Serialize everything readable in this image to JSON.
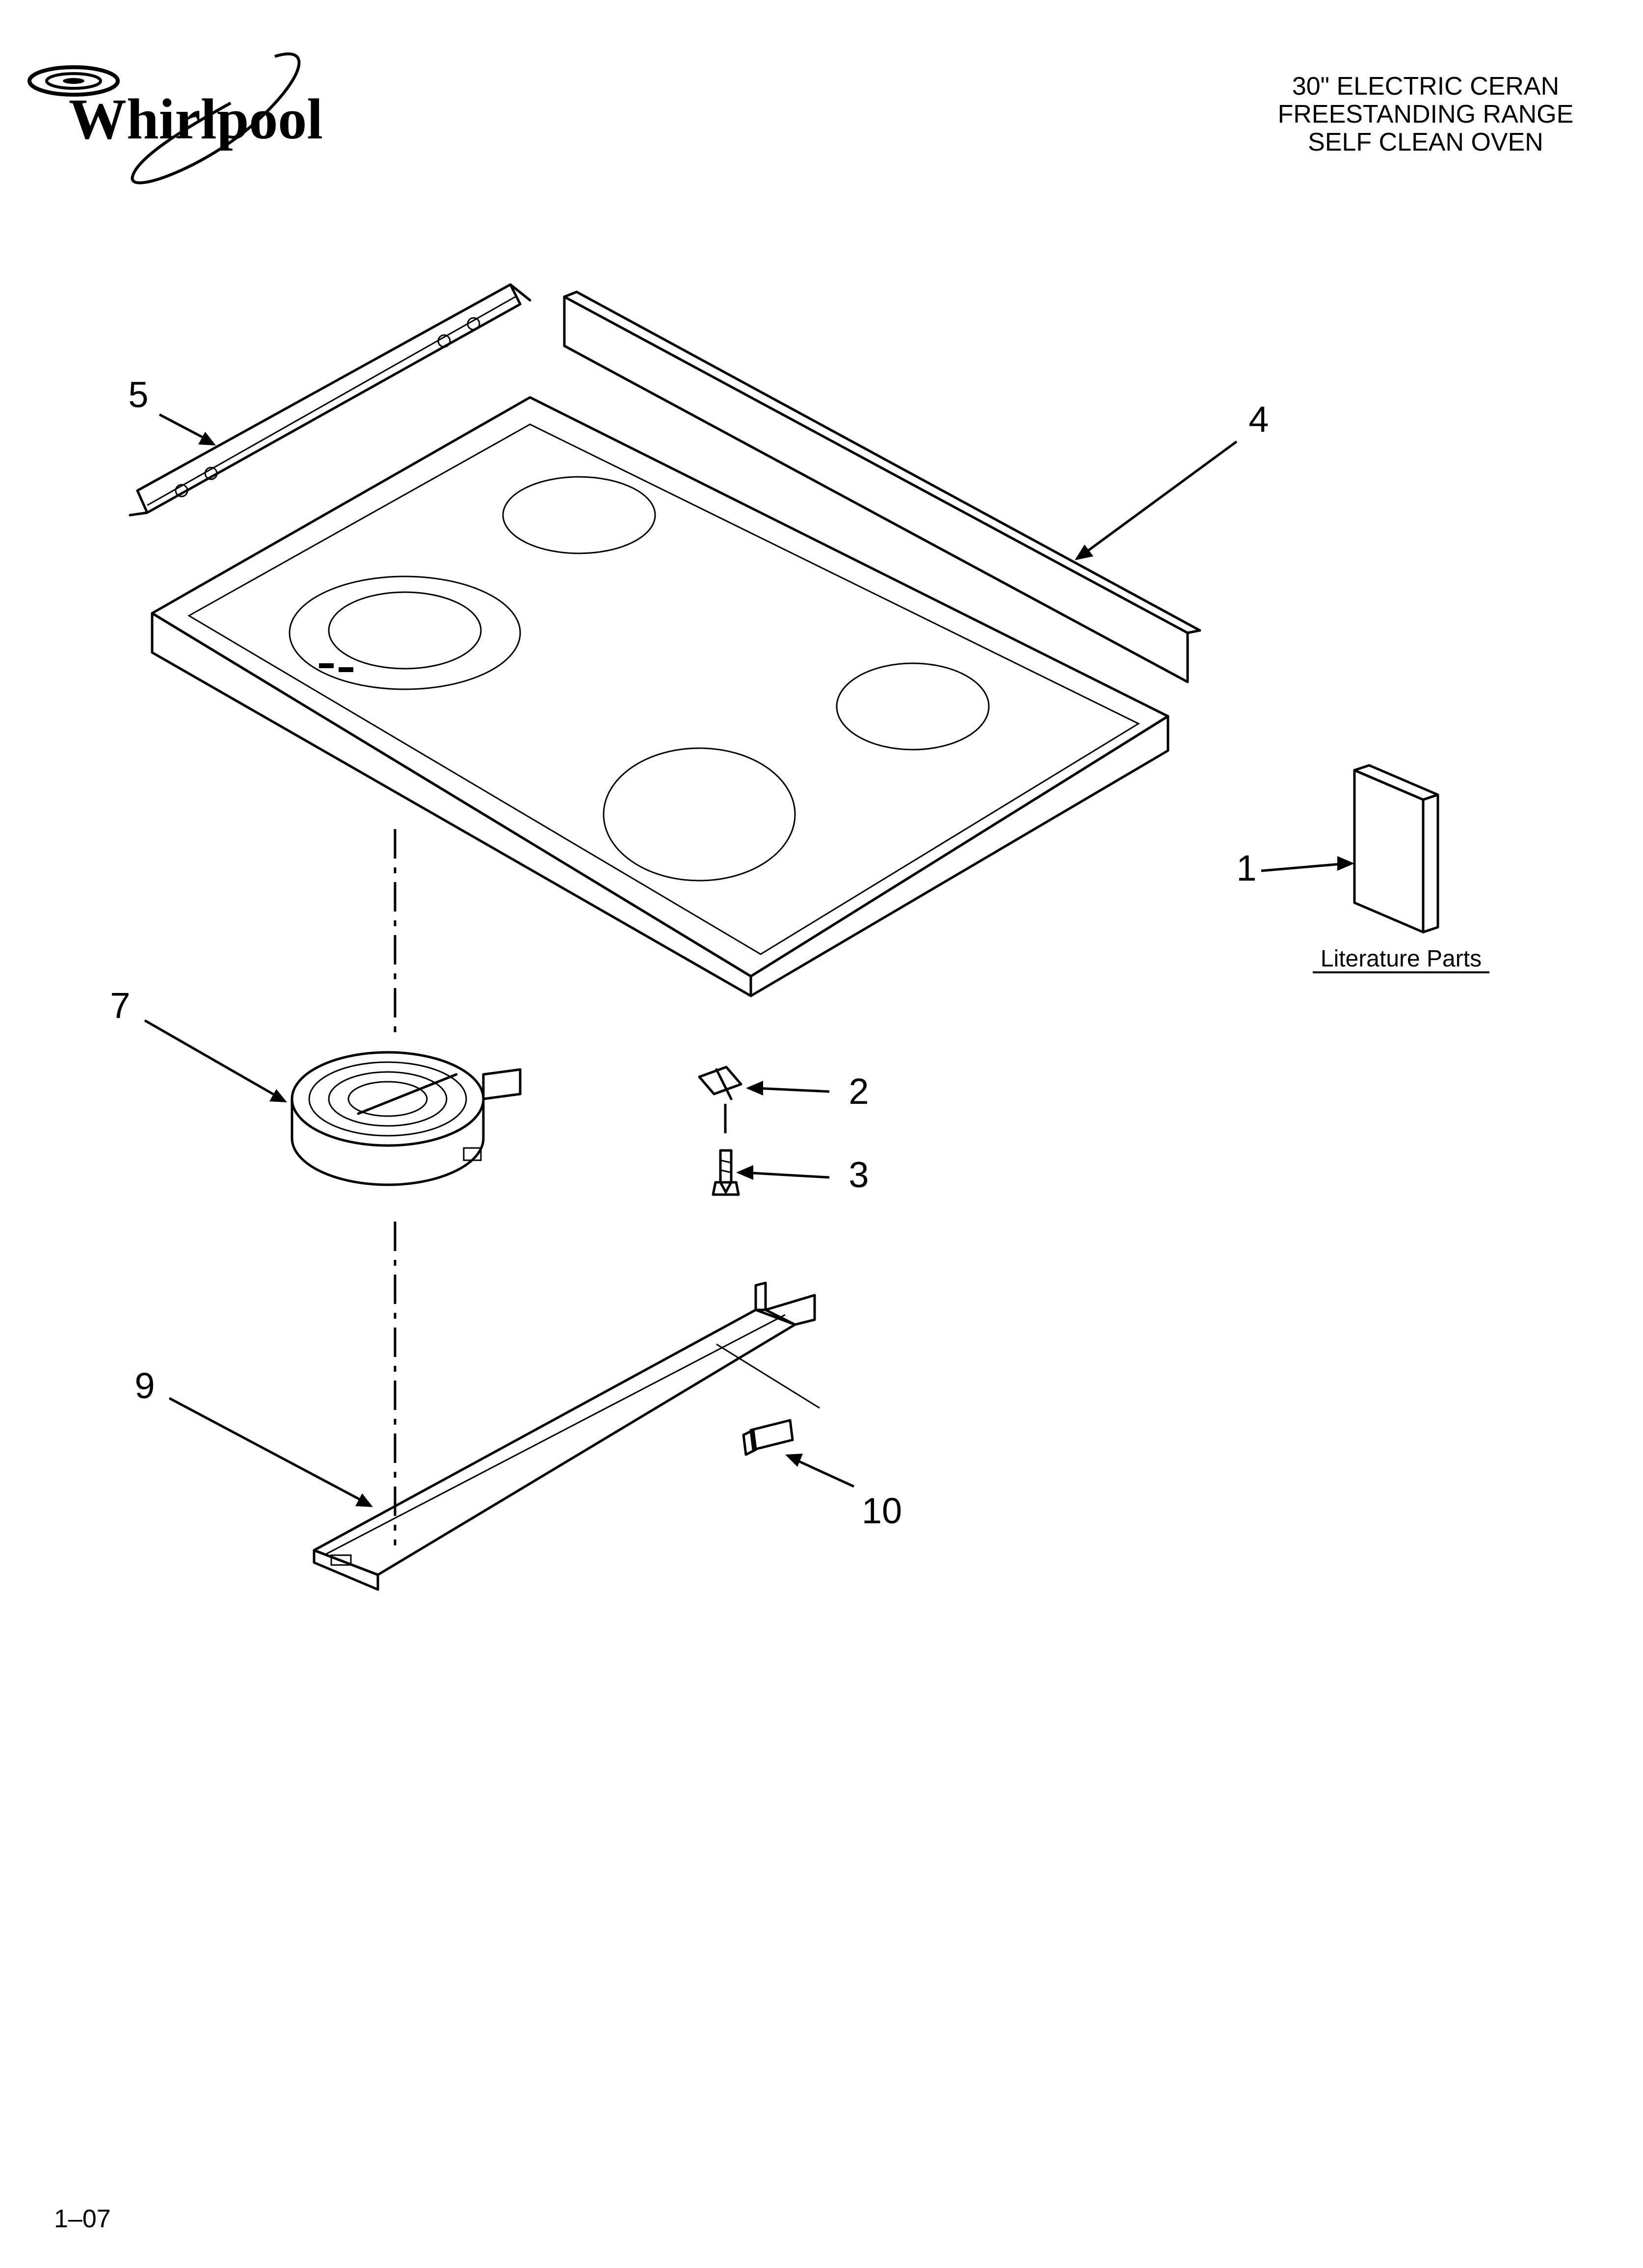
{
  "brand": "Whirlpool",
  "title_lines": [
    "30\" ELECTRIC CERAN",
    "FREESTANDING RANGE",
    "SELF CLEAN OVEN"
  ],
  "literature_label": "Literature Parts",
  "page_number": "1–07",
  "callouts": {
    "c1": "1",
    "c2": "2",
    "c3": "3",
    "c4": "4",
    "c5": "5",
    "c7": "7",
    "c9": "9",
    "c10": "10"
  }
}
